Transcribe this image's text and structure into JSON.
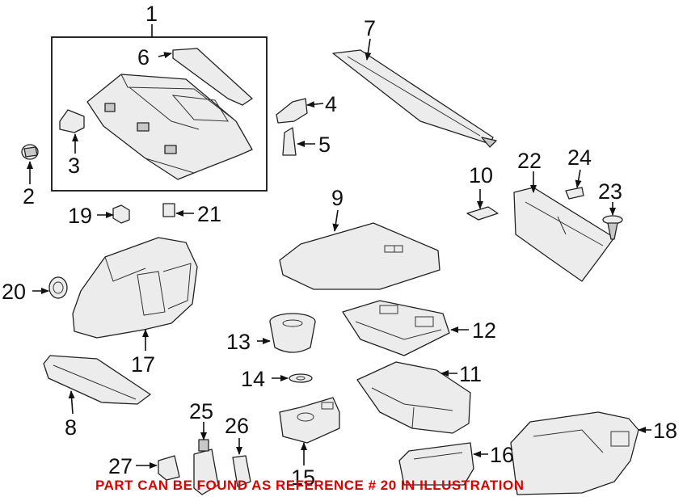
{
  "callouts": {
    "c1": "1",
    "c2": "2",
    "c3": "3",
    "c4": "4",
    "c5": "5",
    "c6": "6",
    "c7": "7",
    "c8": "8",
    "c9": "9",
    "c10": "10",
    "c11": "11",
    "c12": "12",
    "c13": "13",
    "c14": "14",
    "c15": "15",
    "c16": "16",
    "c17": "17",
    "c18": "18",
    "c19": "19",
    "c20": "20",
    "c21": "21",
    "c22": "22",
    "c23": "23",
    "c24": "24",
    "c25": "25",
    "c26": "26",
    "c27": "27"
  },
  "notice": "PART CAN BE FOUND AS REFERENCE # 20 IN ILLUSTRATION",
  "colors": {
    "notice": "#e00000",
    "line": "#111111",
    "part_fill": "#ececec"
  }
}
